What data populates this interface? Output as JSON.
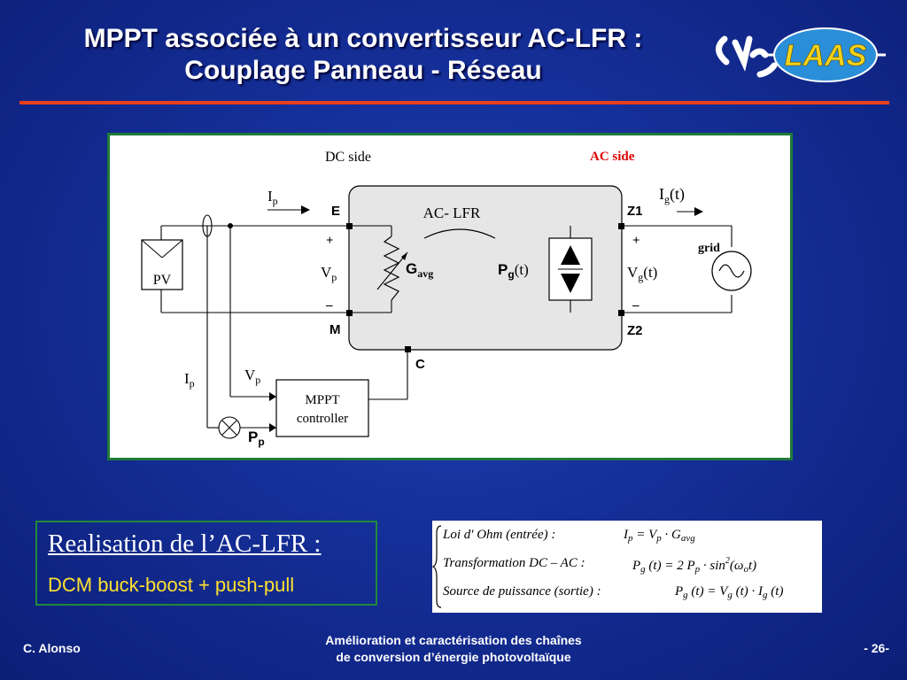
{
  "slide": {
    "title_line1": "MPPT associée à un convertisseur AC-LFR :",
    "title_line2": "Couplage Panneau - Réseau",
    "logo_text": "LAAS"
  },
  "diagram": {
    "dc_side": "DC side",
    "ac_side": "AC side",
    "converter": "AC- LFR",
    "pv": "PV",
    "grid": "grid",
    "mppt_line1": "MPPT",
    "mppt_line2": "controller",
    "node_e": "E",
    "node_m": "M",
    "node_c": "C",
    "node_z1": "Z1",
    "node_z2": "Z2",
    "plus": "+",
    "minus": "–",
    "i": "I",
    "v": "V",
    "p": "P",
    "g": "G",
    "sub_p": "p",
    "sub_g": "g",
    "sub_avg": "avg",
    "of_t": "(t)",
    "colors": {
      "accent_red": "#e8401c",
      "ac_side": "#e00000",
      "frame": "#1f7a3a",
      "converter_fill": "#e6e6e6"
    }
  },
  "realisation": {
    "title": "Realisation de l’AC-LFR :",
    "subtitle": "DCM buck-boost + push-pull"
  },
  "equations": [
    {
      "label": "Loi d' Ohm (entrée) :"
    },
    {
      "label": "Transformation DC – AC :"
    },
    {
      "label": "Source de  puissance (sortie) :"
    }
  ],
  "footer": {
    "author": "C. Alonso",
    "center_line1": "Amélioration et caractérisation des chaînes",
    "center_line2": "de conversion d’énergie photovoltaïque",
    "page": "- 26-"
  }
}
